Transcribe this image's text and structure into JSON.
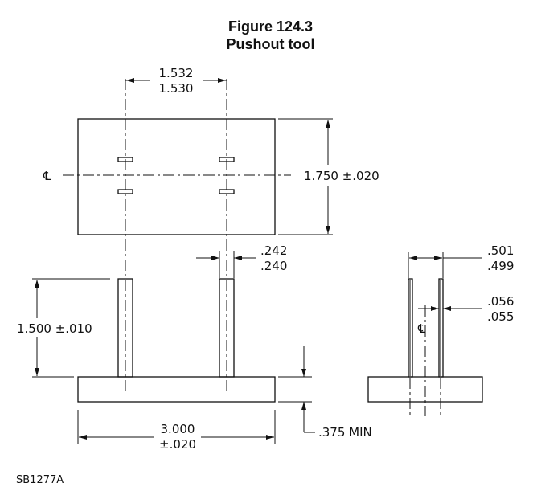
{
  "figure": {
    "title": "Figure 124.3",
    "subtitle": "Pushout tool"
  },
  "dimensions": {
    "pin_spacing_max": "1.532",
    "pin_spacing_min": "1.530",
    "plate_width": "1.750 ±.020",
    "pin_dia_max": ".242",
    "pin_dia_min": ".240",
    "pin_height": "1.500 ±.010",
    "base_length_top": "3.000",
    "base_length_bottom": "±.020",
    "base_thickness": ".375 MIN",
    "side_spacing_max": ".501",
    "side_spacing_min": ".499",
    "wall_max": ".056",
    "wall_min": ".055"
  },
  "centerline_symbol": "℄",
  "drawing_id": "SB1277A"
}
